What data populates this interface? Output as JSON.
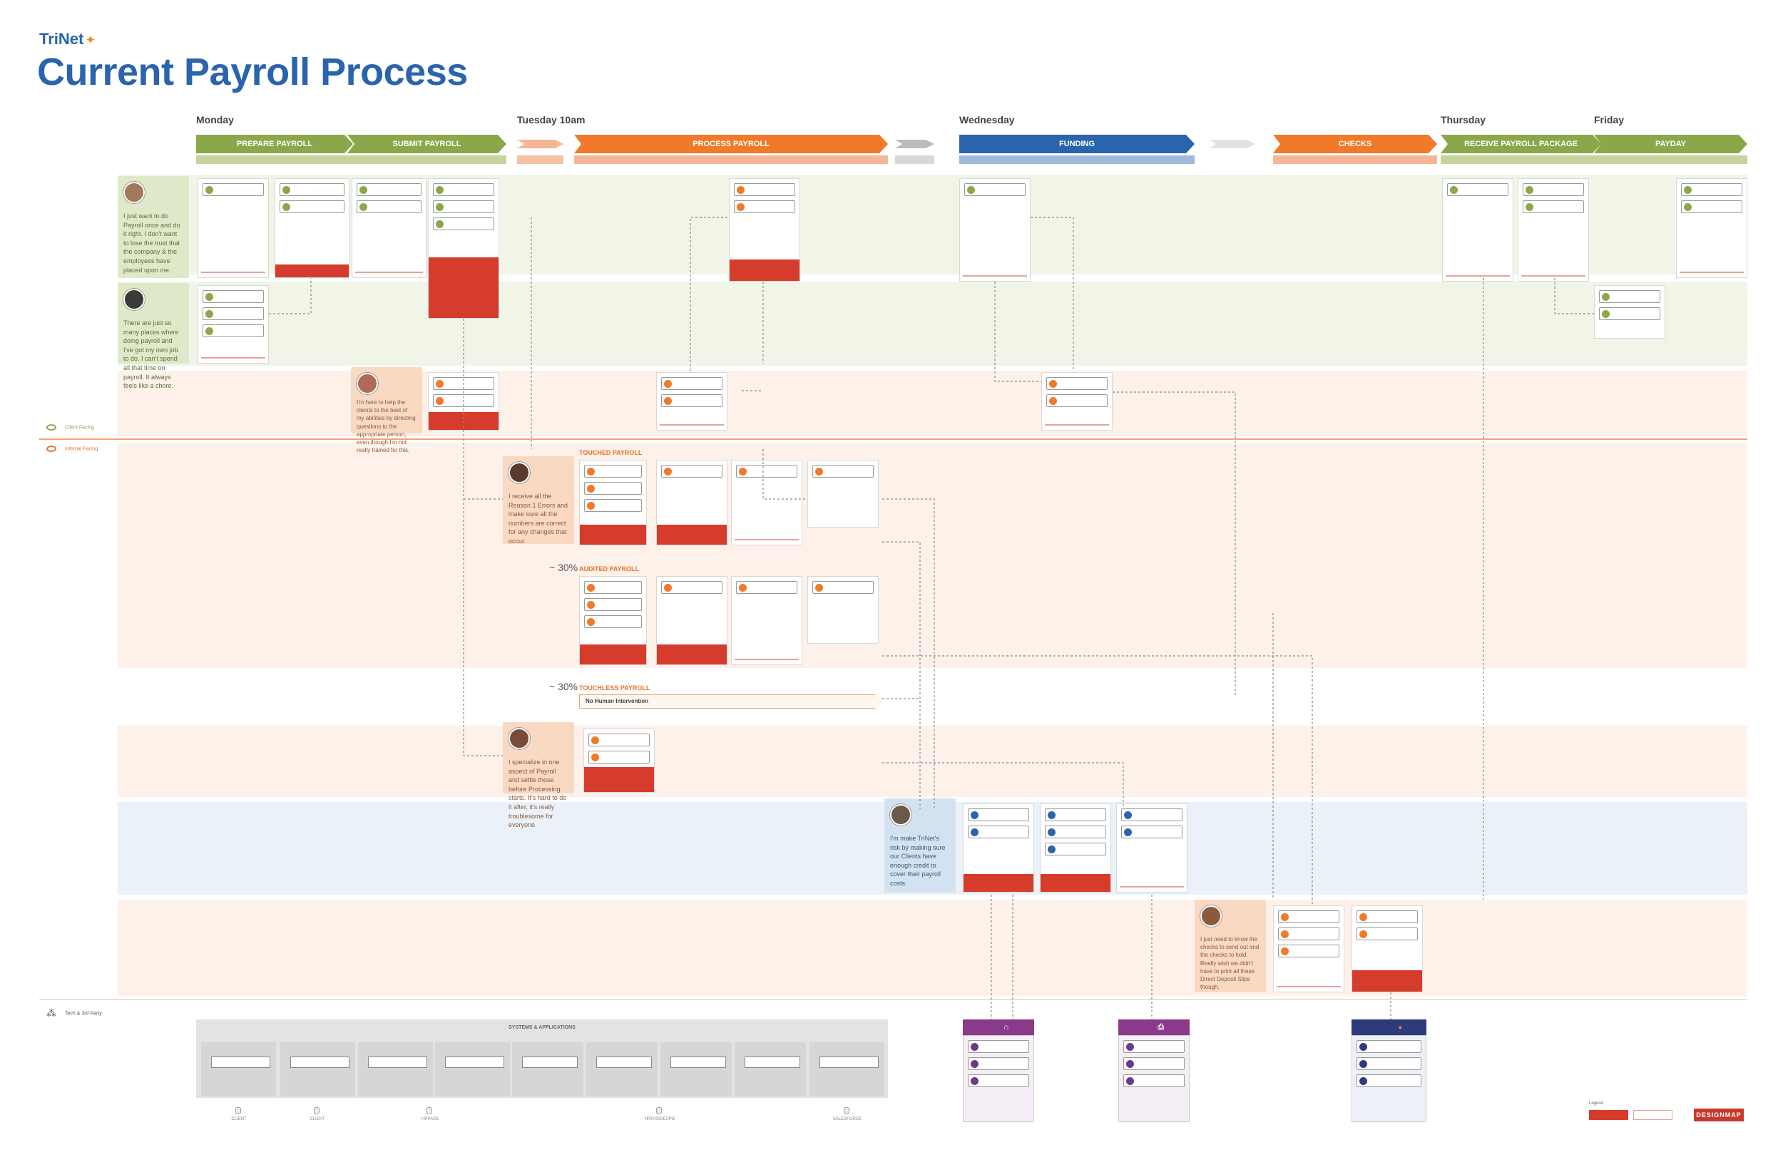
{
  "header": {
    "logo": "TriNet",
    "title": "Current Payroll Process"
  },
  "days": [
    "Monday",
    "Tuesday 10am",
    "Wednesday",
    "Thursday",
    "Friday"
  ],
  "phases": {
    "prepare": "PREPARE PAYROLL",
    "submit": "SUBMIT PAYROLL",
    "process": "PROCESS PAYROLL",
    "funding": "FUNDING",
    "checks": "CHECKS",
    "receive": "RECEIVE PAYROLL PACKAGE",
    "payday": "PAYDAY"
  },
  "labels": {
    "client_facing": "Client Facing",
    "internal_facing": "Internal Facing",
    "tech": "Tech & 3rd Party"
  },
  "sections": {
    "touched": "TOUCHED PAYROLL",
    "audited": "AUDITED PAYROLL",
    "touchless": "TOUCHLESS PAYROLL",
    "no_human": "No Human Intervention",
    "pct_audited": "~ 30%",
    "pct_touchless": "~ 30%"
  },
  "quotes": {
    "client_admin": "I just want to do Payroll once and do it right. I don't want to lose the trust that the company & the employees have placed upon me.",
    "client_manager": "There are just so many places where doing payroll and I've got my own job to do. I can't spend all that time on payroll. It always feels like a chore.",
    "service": "I'm here to help the clients to the best of my abilities by directing questions to the appropriate person, even though I'm not really trained for this.",
    "processor": "I receive all the Reason 1 Errors and make sure all the numbers are correct for any changes that occur.",
    "specialist": "I specialize in one aspect of Payroll and settle those before Processing starts. It's hard to do it after, it's really troublesome for everyone.",
    "funding": "I'm make TriNet's risk by making sure our Clients have enough credit to cover their payroll costs.",
    "checks": "I just need to know the checks to send out and the checks to hold. Really wish we didn't have to print all these Direct Deposit Slips though."
  },
  "systems": {
    "title": "SYSTEMS & APPLICATIONS",
    "dbs": [
      "CLIENT",
      "CLIENT",
      "HRPASS",
      "HRPASS/EXPO",
      "SALESFORCE"
    ]
  },
  "legend": {
    "title": "Legend",
    "brand": "DESIGNMAP"
  },
  "colors": {
    "green": "#8aa84a",
    "orange": "#f07a2a",
    "blue": "#2a64ad",
    "pain": "#d63c2c",
    "purple": "#6a3a8a",
    "navy": "#2e3a7a"
  }
}
